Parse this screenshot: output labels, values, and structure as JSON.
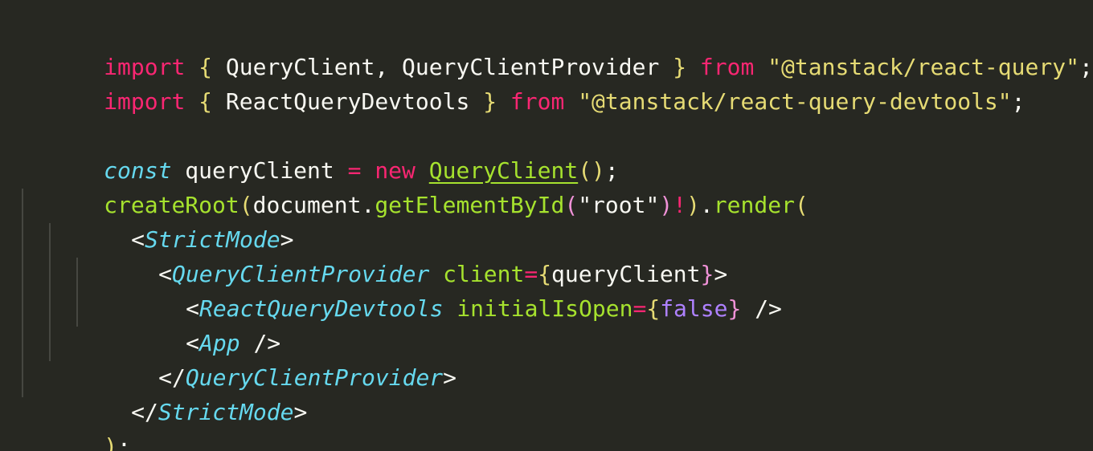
{
  "editor": {
    "lines": [
      [
        {
          "t": "import",
          "c": "k"
        },
        {
          "t": " ",
          "c": "id"
        },
        {
          "t": "{",
          "c": "pun"
        },
        {
          "t": " QueryClient, QueryClientProvider ",
          "c": "id"
        },
        {
          "t": "}",
          "c": "pun"
        },
        {
          "t": " ",
          "c": "id"
        },
        {
          "t": "from",
          "c": "k"
        },
        {
          "t": " ",
          "c": "id"
        },
        {
          "t": "\"@tanstack/react-query\"",
          "c": "str"
        },
        {
          "t": ";",
          "c": "id"
        }
      ],
      [
        {
          "t": "import",
          "c": "k"
        },
        {
          "t": " ",
          "c": "id"
        },
        {
          "t": "{",
          "c": "pun"
        },
        {
          "t": " ReactQueryDevtools ",
          "c": "id"
        },
        {
          "t": "}",
          "c": "pun"
        },
        {
          "t": " ",
          "c": "id"
        },
        {
          "t": "from",
          "c": "k"
        },
        {
          "t": " ",
          "c": "id"
        },
        {
          "t": "\"@tanstack/react-query-devtools\"",
          "c": "str"
        },
        {
          "t": ";",
          "c": "id"
        }
      ],
      [],
      [
        {
          "t": "const",
          "c": "sto"
        },
        {
          "t": " queryClient ",
          "c": "id"
        },
        {
          "t": "=",
          "c": "op"
        },
        {
          "t": " ",
          "c": "id"
        },
        {
          "t": "new",
          "c": "k"
        },
        {
          "t": " ",
          "c": "id"
        },
        {
          "t": "QueryClient",
          "c": "fnu"
        },
        {
          "t": "()",
          "c": "pun"
        },
        {
          "t": ";",
          "c": "id"
        }
      ],
      [
        {
          "t": "createRoot",
          "c": "fn"
        },
        {
          "t": "(",
          "c": "pun"
        },
        {
          "t": "document.",
          "c": "id"
        },
        {
          "t": "getElementById",
          "c": "fn"
        },
        {
          "t": "(",
          "c": "mag"
        },
        {
          "t": "\"root\"",
          "c": "id"
        },
        {
          "t": ")",
          "c": "mag"
        },
        {
          "t": "!",
          "c": "k"
        },
        {
          "t": ")",
          "c": "pun"
        },
        {
          "t": ".",
          "c": "id"
        },
        {
          "t": "render",
          "c": "fn"
        },
        {
          "t": "(",
          "c": "pun"
        }
      ],
      [
        {
          "t": "<",
          "c": "brk"
        },
        {
          "t": "StrictMode",
          "c": "tag"
        },
        {
          "t": ">",
          "c": "brk"
        }
      ],
      [
        {
          "t": "<",
          "c": "brk"
        },
        {
          "t": "QueryClientProvider",
          "c": "tag"
        },
        {
          "t": " ",
          "c": "id"
        },
        {
          "t": "client",
          "c": "at"
        },
        {
          "t": "=",
          "c": "op"
        },
        {
          "t": "{",
          "c": "pun"
        },
        {
          "t": "queryClient",
          "c": "id"
        },
        {
          "t": "}",
          "c": "mag"
        },
        {
          "t": ">",
          "c": "brk"
        }
      ],
      [
        {
          "t": "<",
          "c": "brk"
        },
        {
          "t": "ReactQueryDevtools",
          "c": "tag"
        },
        {
          "t": " ",
          "c": "id"
        },
        {
          "t": "initialIsOpen",
          "c": "at"
        },
        {
          "t": "=",
          "c": "op"
        },
        {
          "t": "{",
          "c": "pun"
        },
        {
          "t": "false",
          "c": "val"
        },
        {
          "t": "}",
          "c": "mag"
        },
        {
          "t": " />",
          "c": "brk"
        }
      ],
      [
        {
          "t": "<",
          "c": "brk"
        },
        {
          "t": "App",
          "c": "tag"
        },
        {
          "t": " />",
          "c": "brk"
        }
      ],
      [
        {
          "t": "</",
          "c": "brk"
        },
        {
          "t": "QueryClientProvider",
          "c": "tag"
        },
        {
          "t": ">",
          "c": "brk"
        }
      ],
      [
        {
          "t": "</",
          "c": "brk"
        },
        {
          "t": "StrictMode",
          "c": "tag"
        },
        {
          "t": ">",
          "c": "brk"
        }
      ],
      [
        {
          "t": ")",
          "c": "pun"
        },
        {
          "t": ";",
          "c": "id"
        }
      ]
    ]
  },
  "theme": {
    "background": "#272822",
    "keyword": "#f92672",
    "string": "#e6db74",
    "function": "#a6e22e",
    "tag": "#66d9ef",
    "constant": "#ae81ff",
    "bracket_highlight": "#f092d8"
  }
}
